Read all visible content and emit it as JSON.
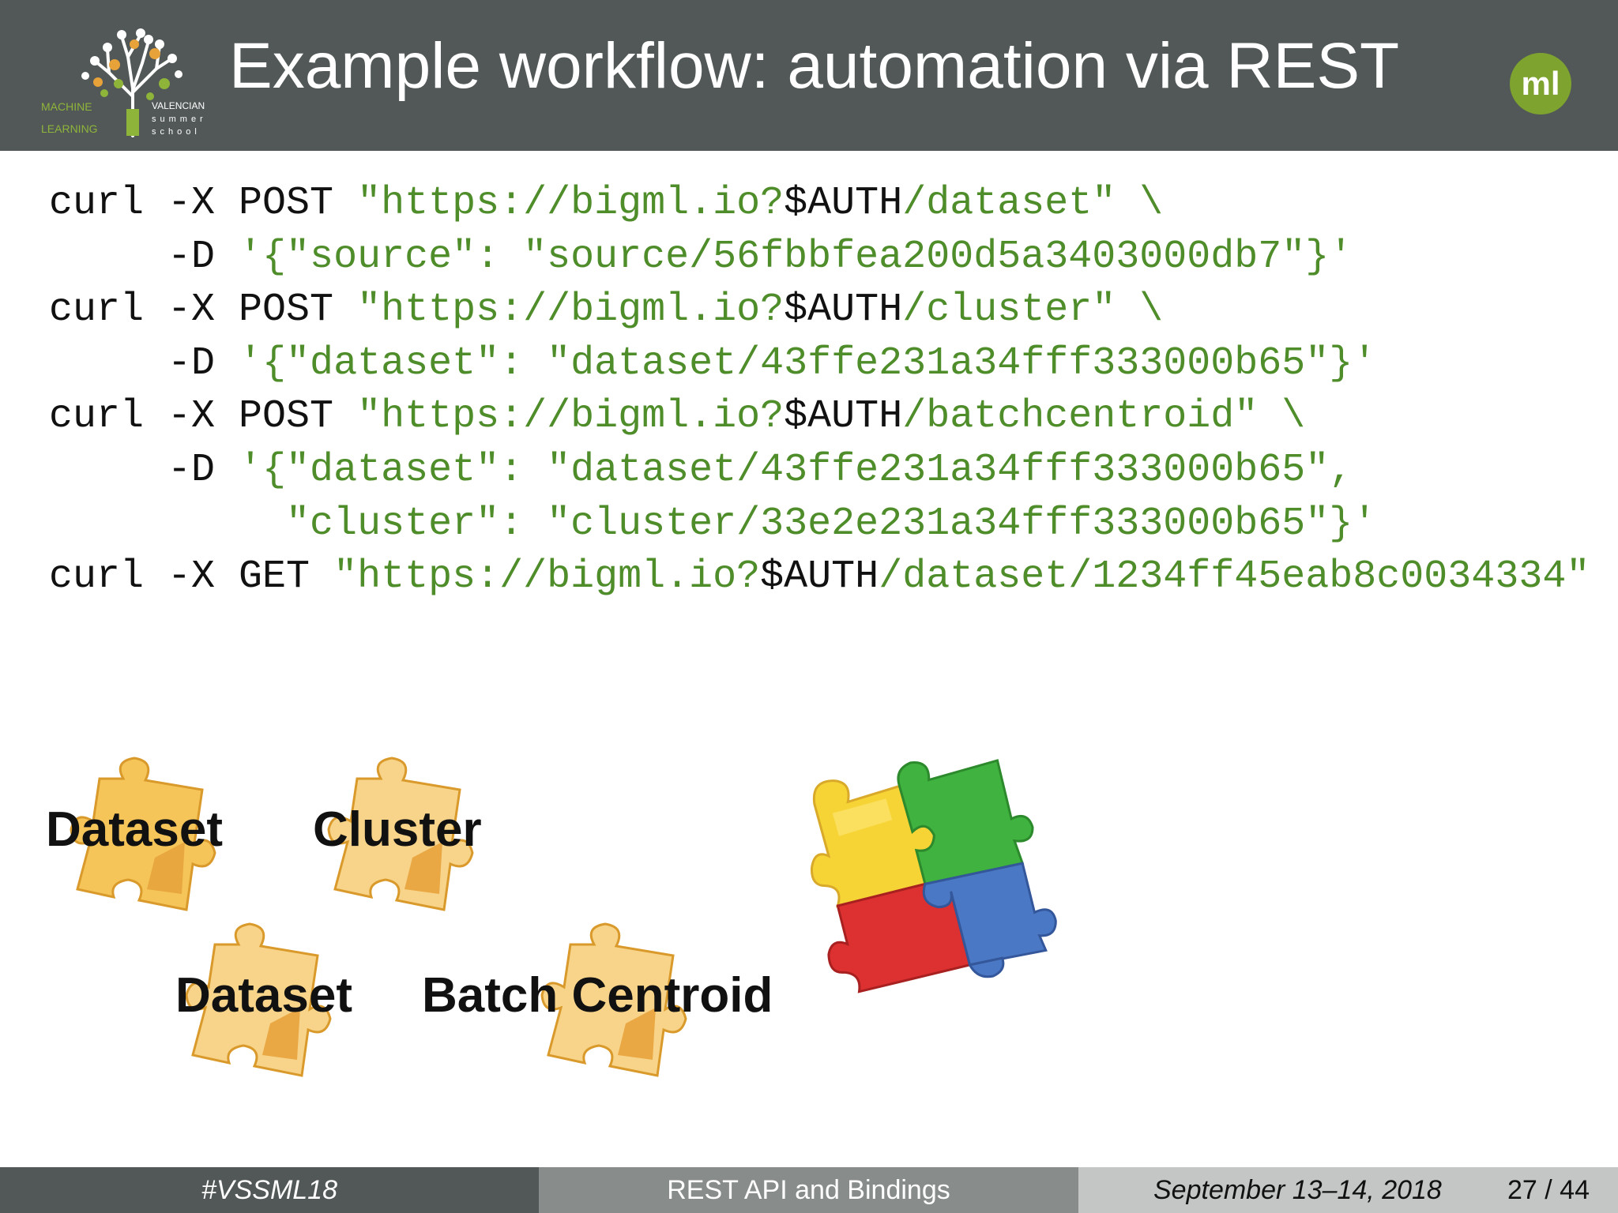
{
  "slide": {
    "title": "Example workflow: automation via REST"
  },
  "header": {
    "logo_left": {
      "lines_left": [
        "MACHINE",
        "LEARNING"
      ],
      "lines_right": [
        "VALENCIAN",
        "summer",
        "school"
      ],
      "icon": "tree-logo-icon"
    },
    "logo_right": {
      "text": "ml",
      "icon": "ml-logo-icon",
      "color": "#7fa32f"
    }
  },
  "code": {
    "lines": [
      [
        {
          "t": "curl -X POST ",
          "c": "k"
        },
        {
          "t": "\"https://bigml.io?",
          "c": "g"
        },
        {
          "t": "$AUTH",
          "c": "k"
        },
        {
          "t": "/dataset\" \\",
          "c": "g"
        }
      ],
      [
        {
          "t": "     -D ",
          "c": "k"
        },
        {
          "t": "'{\"source\": \"source/56fbbfea200d5a3403000db7\"}'",
          "c": "g"
        }
      ],
      [
        {
          "t": "curl -X POST ",
          "c": "k"
        },
        {
          "t": "\"https://bigml.io?",
          "c": "g"
        },
        {
          "t": "$AUTH",
          "c": "k"
        },
        {
          "t": "/cluster\" \\",
          "c": "g"
        }
      ],
      [
        {
          "t": "     -D ",
          "c": "k"
        },
        {
          "t": "'{\"dataset\": \"dataset/43ffe231a34fff333000b65\"}'",
          "c": "g"
        }
      ],
      [
        {
          "t": "curl -X POST ",
          "c": "k"
        },
        {
          "t": "\"https://bigml.io?",
          "c": "g"
        },
        {
          "t": "$AUTH",
          "c": "k"
        },
        {
          "t": "/batchcentroid\" \\",
          "c": "g"
        }
      ],
      [
        {
          "t": "     -D ",
          "c": "k"
        },
        {
          "t": "'{\"dataset\": \"dataset/43ffe231a34fff333000b65\",",
          "c": "g"
        }
      ],
      [
        {
          "t": "          \"cluster\": \"cluster/33e2e231a34fff333000b65\"}'",
          "c": "g"
        }
      ],
      [
        {
          "t": "curl -X GET ",
          "c": "k"
        },
        {
          "t": "\"https://bigml.io?",
          "c": "g"
        },
        {
          "t": "$AUTH",
          "c": "k"
        },
        {
          "t": "/dataset/1234ff45eab8c0034334\"",
          "c": "g"
        }
      ]
    ]
  },
  "workflow": {
    "pieces": [
      {
        "label": "Dataset",
        "icon": "puzzle-piece-icon"
      },
      {
        "label": "Cluster",
        "icon": "puzzle-piece-icon"
      },
      {
        "label": "Dataset",
        "icon": "puzzle-piece-icon"
      },
      {
        "label": "Batch Centroid",
        "icon": "puzzle-piece-icon"
      }
    ],
    "composite_icon": "assembled-puzzle-icon",
    "colors": {
      "piece": "#f5c55a",
      "yellow": "#f7d436",
      "green": "#3fb23f",
      "red": "#dd3131",
      "blue": "#4a78c4"
    }
  },
  "footer": {
    "hashtag": "#VSSML18",
    "topic": "REST API and Bindings",
    "date": "September  13–14, 2018",
    "page": "27 / 44"
  },
  "theme": {
    "header_bg": "#515857",
    "code_green": "#4e8d2a"
  }
}
